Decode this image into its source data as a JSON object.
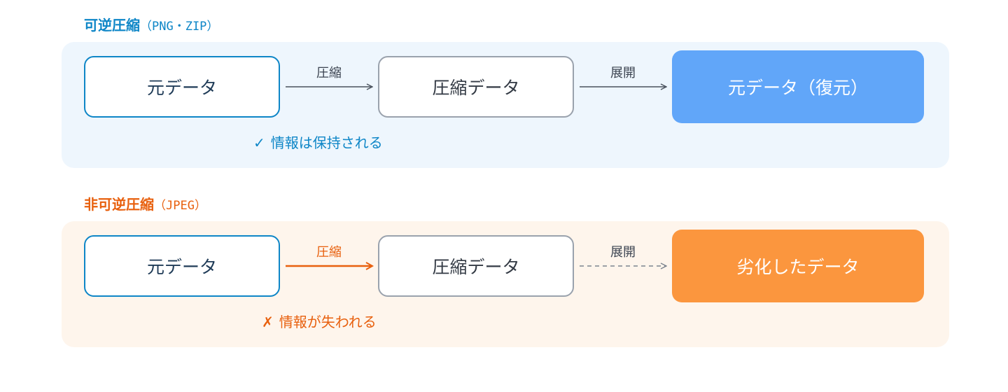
{
  "lossless": {
    "title": "可逆圧縮",
    "title_paren": "（PNG・ZIP）",
    "source": "元データ",
    "compress_label": "圧縮",
    "compressed": "圧縮データ",
    "expand_label": "展開",
    "output": "元データ（復元）",
    "note_icon": "✓",
    "note": "情報は保持される",
    "accent_color": "#0e86c7",
    "output_color": "#61a6f9"
  },
  "lossy": {
    "title": "非可逆圧縮",
    "title_paren": "（JPEG）",
    "source": "元データ",
    "compress_label": "圧縮",
    "compressed": "圧縮データ",
    "expand_label": "展開",
    "output": "劣化したデータ",
    "note_icon": "✗",
    "note": "情報が失われる",
    "accent_color": "#e8600e",
    "output_color": "#fb963e"
  }
}
